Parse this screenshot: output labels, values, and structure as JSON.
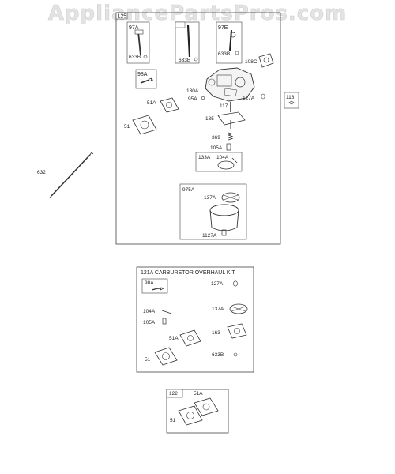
{
  "watermark": "AppliancePartsPros.com",
  "main_assembly": {
    "header": "125",
    "callouts": {
      "p97A": "97A",
      "p633B_a": "633B",
      "p633B_b": "633B",
      "p97E": "97E",
      "p633B_c": "633B",
      "p108C": "108C",
      "p98A": "98A",
      "p130A": "130A",
      "p95A": "95A",
      "p117": "117",
      "p127A": "127A",
      "p51A": "51A",
      "p51": "51",
      "p135": "135",
      "p369": "369",
      "p105A": "105A",
      "p133A": "133A",
      "p104A": "104A",
      "p975A": "975A",
      "p137A": "137A",
      "p1127A": "1127A"
    }
  },
  "standalone": {
    "p118": "118",
    "p632": "632"
  },
  "kit": {
    "title": "121A CARBURETOR OVERHAUL KIT",
    "callouts": {
      "p98A": "98A",
      "p127A": "127A",
      "p137A": "137A",
      "p104A": "104A",
      "p105A": "105A",
      "p51A": "51A",
      "p163": "163",
      "p633B": "633B",
      "p51": "51"
    }
  },
  "gasket_set": {
    "header": "122",
    "callouts": {
      "p51A": "51A",
      "p51": "51"
    }
  }
}
